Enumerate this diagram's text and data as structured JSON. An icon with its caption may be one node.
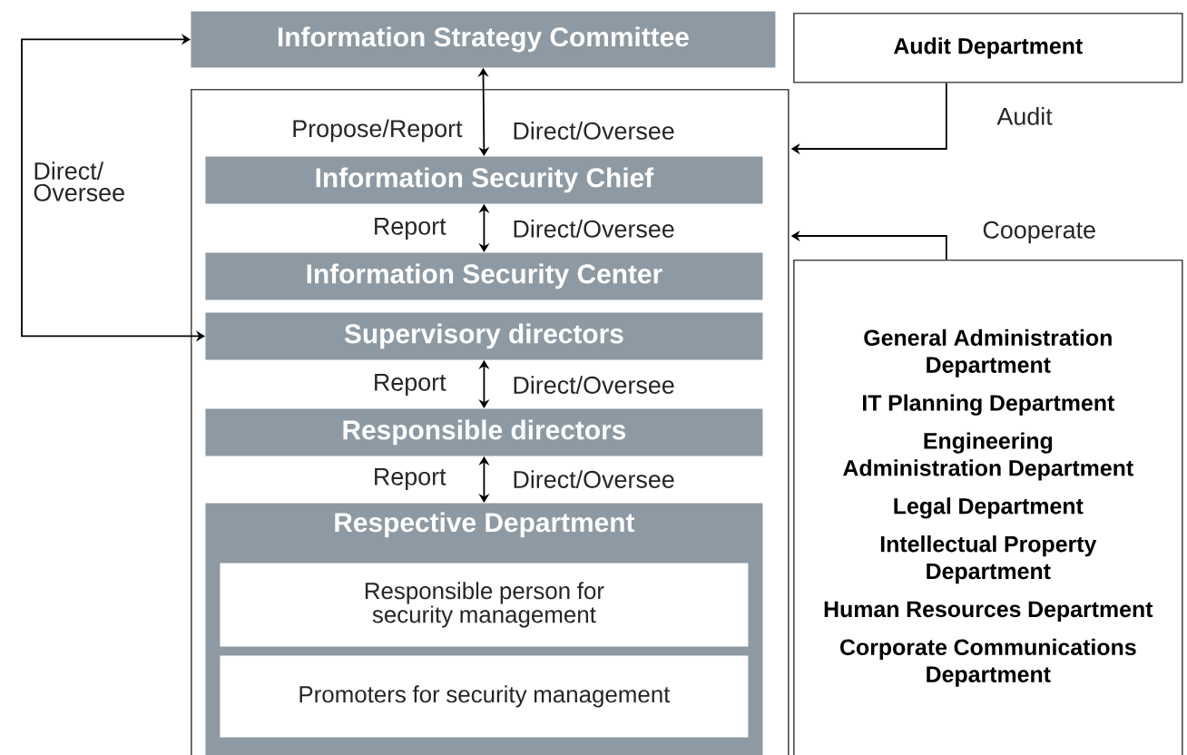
{
  "diagram": {
    "nodes": [
      {
        "text": [
          "Information Strategy Committee"
        ]
      },
      {
        "text": [],
        "shape": "box"
      },
      {
        "text": [
          "Information Security Chief"
        ],
        "in": 1
      },
      {
        "text": [
          "Information Security Center"
        ],
        "in": 1
      },
      {
        "text": [
          "Supervisory directors"
        ],
        "in": 1
      },
      {
        "text": [
          "Responsible directors"
        ],
        "in": 1
      },
      {
        "text": [
          "Respective Department"
        ],
        "in": 1
      },
      {
        "text": [
          "Responsible person for security management"
        ],
        "in": 6
      },
      {
        "text": [
          "Promoters for security management"
        ],
        "in": 6
      },
      {
        "text": [
          "Audit Department"
        ]
      },
      {
        "text": [
          "General Administration Department",
          "IT Planning Department",
          "Engineering Administration Department",
          "Legal Department",
          "Intellectual Property Department",
          "Human Resources Department",
          "Corporate Communications Department"
        ]
      }
    ],
    "edges": [
      {
        "from": 0,
        "to": 2,
        "arrow": "both"
      },
      {
        "from": 2,
        "to": 3,
        "arrow": "both"
      },
      {
        "from": 4,
        "to": 5,
        "arrow": "both"
      },
      {
        "from": 5,
        "to": 6,
        "arrow": "both"
      },
      {
        "from": 0,
        "to": 4,
        "arrow": "both",
        "label": "Direct/ Oversee"
      },
      {
        "from": 9,
        "to": 1,
        "arrow": "to",
        "label": "Audit"
      },
      {
        "from": 10,
        "to": 1,
        "arrow": "to",
        "label": "Cooperate"
      }
    ],
    "labels": [
      "Propose/Report",
      "Direct/Oversee",
      "Report",
      "Direct/Oversee",
      "Report",
      "Direct/Oversee",
      "Report",
      "Direct/Oversee"
    ]
  }
}
